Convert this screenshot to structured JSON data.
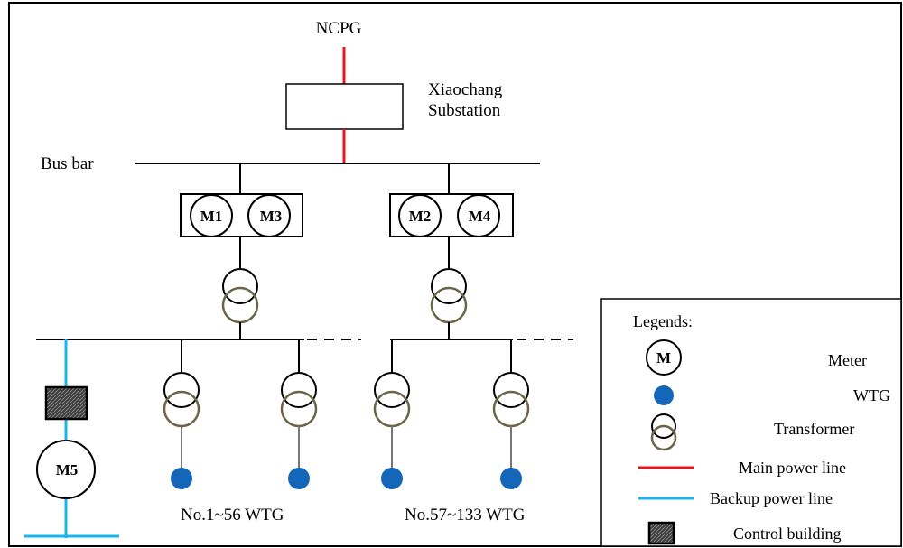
{
  "labels": {
    "grid": "NCPG",
    "substation_line1": "Xiaochang",
    "substation_line2": "Substation",
    "bus_bar": "Bus bar",
    "group1": "No.1~56 WTG",
    "group2": "No.57~133 WTG"
  },
  "meters": {
    "m1": "M1",
    "m2": "M2",
    "m3": "M3",
    "m4": "M4",
    "m5": "M5"
  },
  "legend": {
    "title": "Legends:",
    "meter_symbol": "M",
    "meter": "Meter",
    "wtg": "WTG",
    "transformer": "Transformer",
    "main_line": "Main power line",
    "backup_line": "Backup power line",
    "control_building": "Control building"
  },
  "colors": {
    "main_line": "#e8141e",
    "backup_line": "#19b4ea",
    "wtg": "#1466b8",
    "transformer_lower": "#6b6548",
    "control_building": "#3c3c3c"
  }
}
